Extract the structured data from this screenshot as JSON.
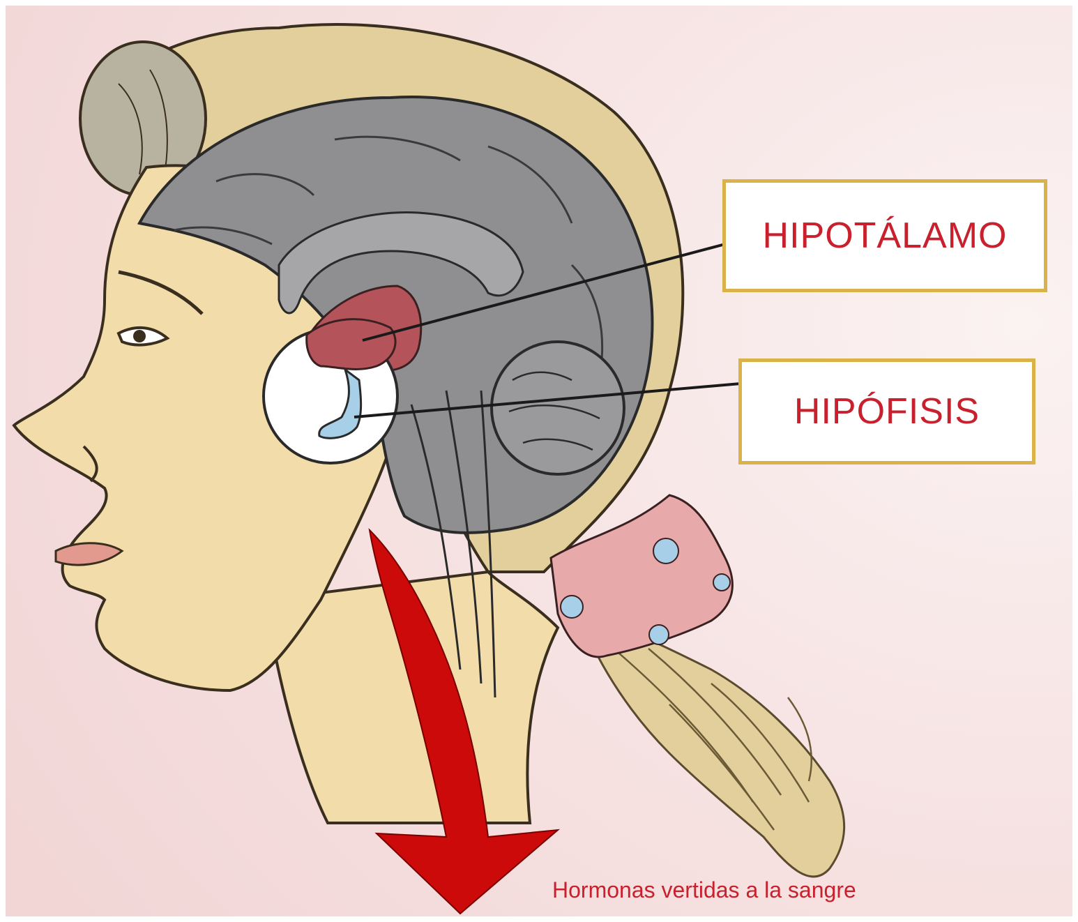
{
  "labels": {
    "hypothalamus": "HIPOTÁLAMO",
    "pituitary": "HIPÓFISIS"
  },
  "caption": "Hormonas vertidas a la sangre",
  "colors": {
    "label_text": "#c8202c",
    "label_border": "#d9b24a",
    "caption_text": "#c8202c",
    "arrow": "#cc0a0a",
    "skin": "#f2dcaa",
    "hair": "#e2cf9c",
    "brain": "#8f8f91",
    "hypothalamus": "#b4545a",
    "pituitary": "#a7cfe8",
    "hair_tie": "#e7a9a9",
    "background": "#f7e4e4"
  },
  "icons": [
    "head-profile-illustration",
    "down-arrow-icon"
  ]
}
